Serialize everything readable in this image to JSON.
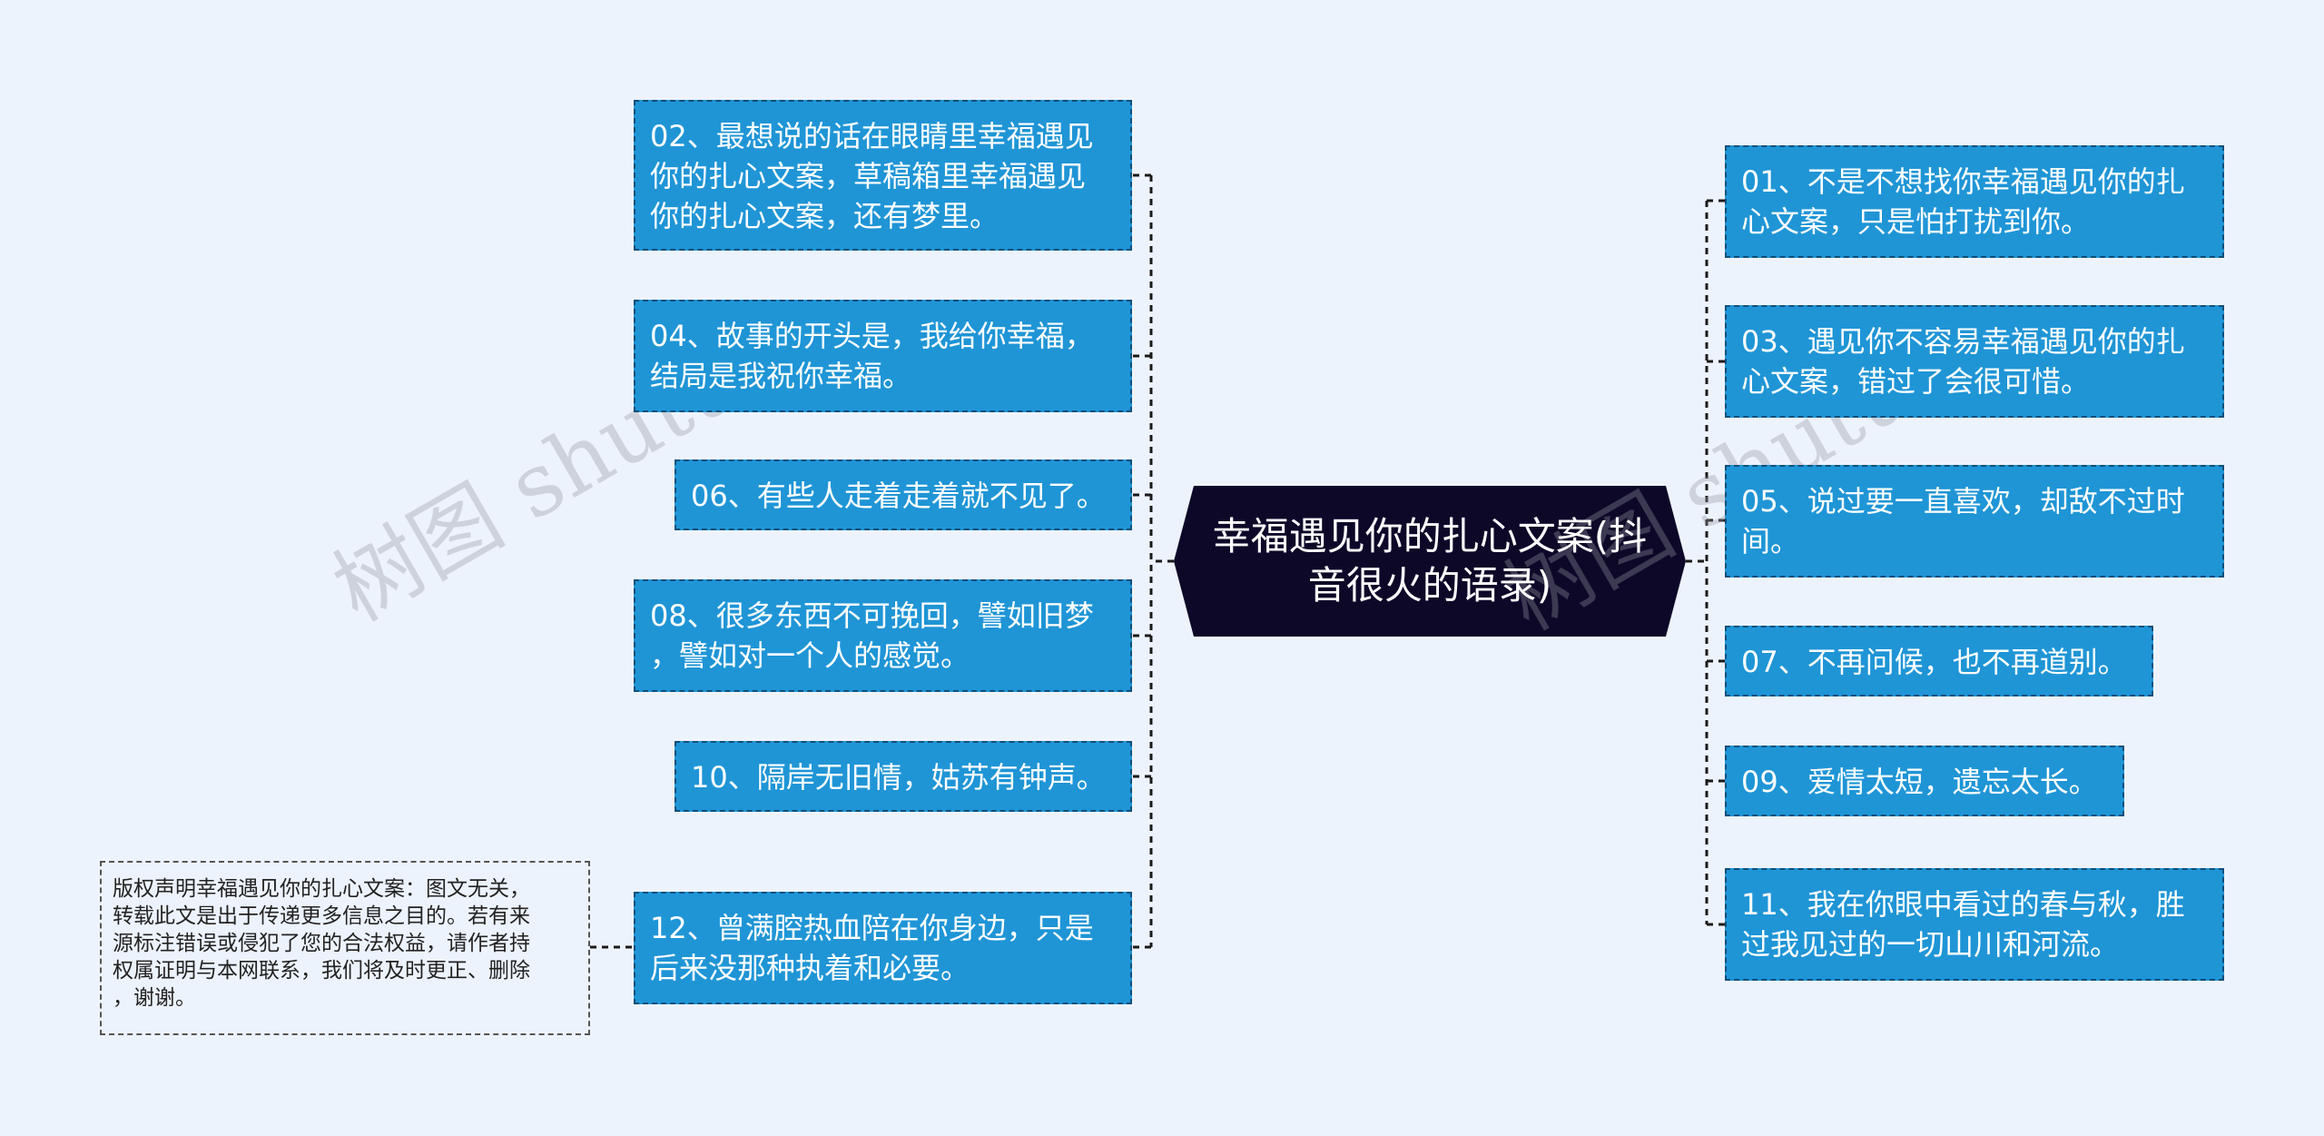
{
  "center": {
    "title": "幸福遇见你的扎心文案(抖\n音很火的语录)"
  },
  "left_nodes": [
    {
      "id": "n02",
      "text": "02、最想说的话在眼睛里幸福遇见\n你的扎心文案，草稿箱里幸福遇见\n你的扎心文案，还有梦里。"
    },
    {
      "id": "n04",
      "text": "04、故事的开头是，我给你幸福，\n结局是我祝你幸福。"
    },
    {
      "id": "n06",
      "text": "06、有些人走着走着就不见了。"
    },
    {
      "id": "n08",
      "text": "08、很多东西不可挽回，譬如旧梦\n，譬如对一个人的感觉。"
    },
    {
      "id": "n10",
      "text": "10、隔岸无旧情，姑苏有钟声。"
    },
    {
      "id": "n12",
      "text": "12、曾满腔热血陪在你身边，只是\n后来没那种执着和必要。"
    }
  ],
  "right_nodes": [
    {
      "id": "n01",
      "text": "01、不是不想找你幸福遇见你的扎\n心文案，只是怕打扰到你。"
    },
    {
      "id": "n03",
      "text": "03、遇见你不容易幸福遇见你的扎\n心文案，错过了会很可惜。"
    },
    {
      "id": "n05",
      "text": "05、说过要一直喜欢，却敌不过时\n间。"
    },
    {
      "id": "n07",
      "text": "07、不再问候，也不再道别。"
    },
    {
      "id": "n09",
      "text": "09、爱情太短，遗忘太长。"
    },
    {
      "id": "n11",
      "text": "11、我在你眼中看过的春与秋，胜\n过我见过的一切山川和河流。"
    }
  ],
  "copyright": {
    "text": "版权声明幸福遇见你的扎心文案：图文无关，\n转载此文是出于传递更多信息之目的。若有来\n源标注错误或侵犯了您的合法权益，请作者持\n权属证明与本网联系，我们将及时更正、删除\n，谢谢。"
  },
  "watermark": {
    "text": "树图 shutu.cn"
  },
  "colors": {
    "background": "#edf3fd",
    "node_fill": "#1f95d6",
    "node_border": "#0f4f7a",
    "center_fill": "#0d0828",
    "connector": "#1a1a1a"
  }
}
